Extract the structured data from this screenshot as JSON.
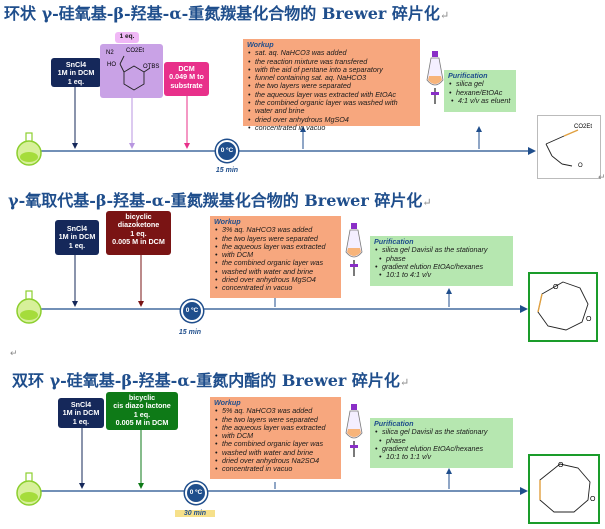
{
  "sections": [
    {
      "title": "环状 γ-硅氧基-β-羟基-α-重氮羰基化合物的 Brewer 碎片化",
      "reagent1": {
        "lines": [
          "SnCl4",
          "1M in DCM",
          "1 eq."
        ],
        "color": "#15285a"
      },
      "substrate_badge": "1 eq.",
      "substrate_labels": {
        "co2et": "CO2Et",
        "n2": "N2",
        "ho": "HO",
        "otbs": "OTBS"
      },
      "reagent3": {
        "lines": [
          "DCM",
          "0.049 M to",
          "substrate"
        ],
        "color": "#e8308a"
      },
      "temperature": "0 ºC",
      "time": "15 min",
      "workup_title": "Workup",
      "workup_items": [
        "sat. aq. NaHCO3 was added",
        "the reaction mixture was transfered",
        "with the aid of pentane into a separatory",
        "funnel containing sat. aq. NaHCO3",
        "the two layers were separated",
        "the aqueous layer was extracted with EtOAc",
        "the combined organic layer was washed with",
        "water and brine",
        "dried over anhydrous MgSO4",
        "concentrated in vacuo"
      ],
      "purification_title": "Purification",
      "purification_items": [
        "silica gel",
        "hexane/EtOAc",
        "4:1 v/v as eluent"
      ],
      "product_labels": {
        "co2et": "CO2Et",
        "o": "O"
      }
    },
    {
      "title": "γ-氧取代基-β-羟基-α-重氮羰基化合物的 Brewer 碎片化",
      "reagent1": {
        "lines": [
          "SnCl4",
          "1M in DCM",
          "1 eq."
        ],
        "color": "#15285a"
      },
      "reagent2": {
        "lines": [
          "bicyclic",
          "diazoketone",
          "1 eq.",
          "0.005 M in DCM"
        ],
        "color": "#7a1414"
      },
      "temperature": "0 ºC",
      "time": "15 min",
      "workup_title": "Workup",
      "workup_items": [
        "3% aq. NaHCO3 was added",
        "the two layers were separated",
        "the aqueous layer was extracted",
        "with DCM",
        "the combined organic layer was",
        "washed with water and brine",
        "dried over anhydrous MgSO4",
        "concentrated in vacuo"
      ],
      "purification_title": "Purification",
      "purification_items": [
        "silica gel Davisil as the stationary",
        "phase",
        "gradient elution EtOAc/hexanes",
        "10:1 to 4:1 v/v"
      ],
      "product_labels": {
        "o1": "O",
        "o2": "O"
      }
    },
    {
      "title": "双环 γ-硅氧基-β-羟基-α-重氮内酯的 Brewer 碎片化",
      "reagent1": {
        "lines": [
          "SnCl4",
          "1M in DCM",
          "1 eq."
        ],
        "color": "#15285a"
      },
      "reagent2": {
        "lines": [
          "bicyclic",
          "cis diazo lactone",
          "1 eq.",
          "0.005 M in DCM"
        ],
        "color": "#0e7a17"
      },
      "temperature": "0 ºC",
      "time": "30 min",
      "workup_title": "Workup",
      "workup_items": [
        "5% aq. NaHCO3 was added",
        "the two layers were separated",
        "the aqueous layer was extracted",
        "with DCM",
        "the combined organic layer was",
        "washed with water and brine",
        "dried over anhydrous Na2SO4",
        "concentrated in vacuo"
      ],
      "purification_title": "Purification",
      "purification_items": [
        "silica gel Davisil as the stationary",
        "phase",
        "gradient elution EtOAc/hexanes",
        "10:1 to 1:1 v/v"
      ],
      "product_labels": {
        "o1": "O",
        "o2": "O"
      }
    }
  ],
  "colors": {
    "title": "#1f4e8c",
    "line": "#1f4e8c",
    "flask": "#8ccf2e",
    "workup": "#f7a77e",
    "purification": "#b6e7b0",
    "substrate": "#c9a2e6",
    "product_border": "#1a9c2a"
  },
  "return_mark": "↵"
}
